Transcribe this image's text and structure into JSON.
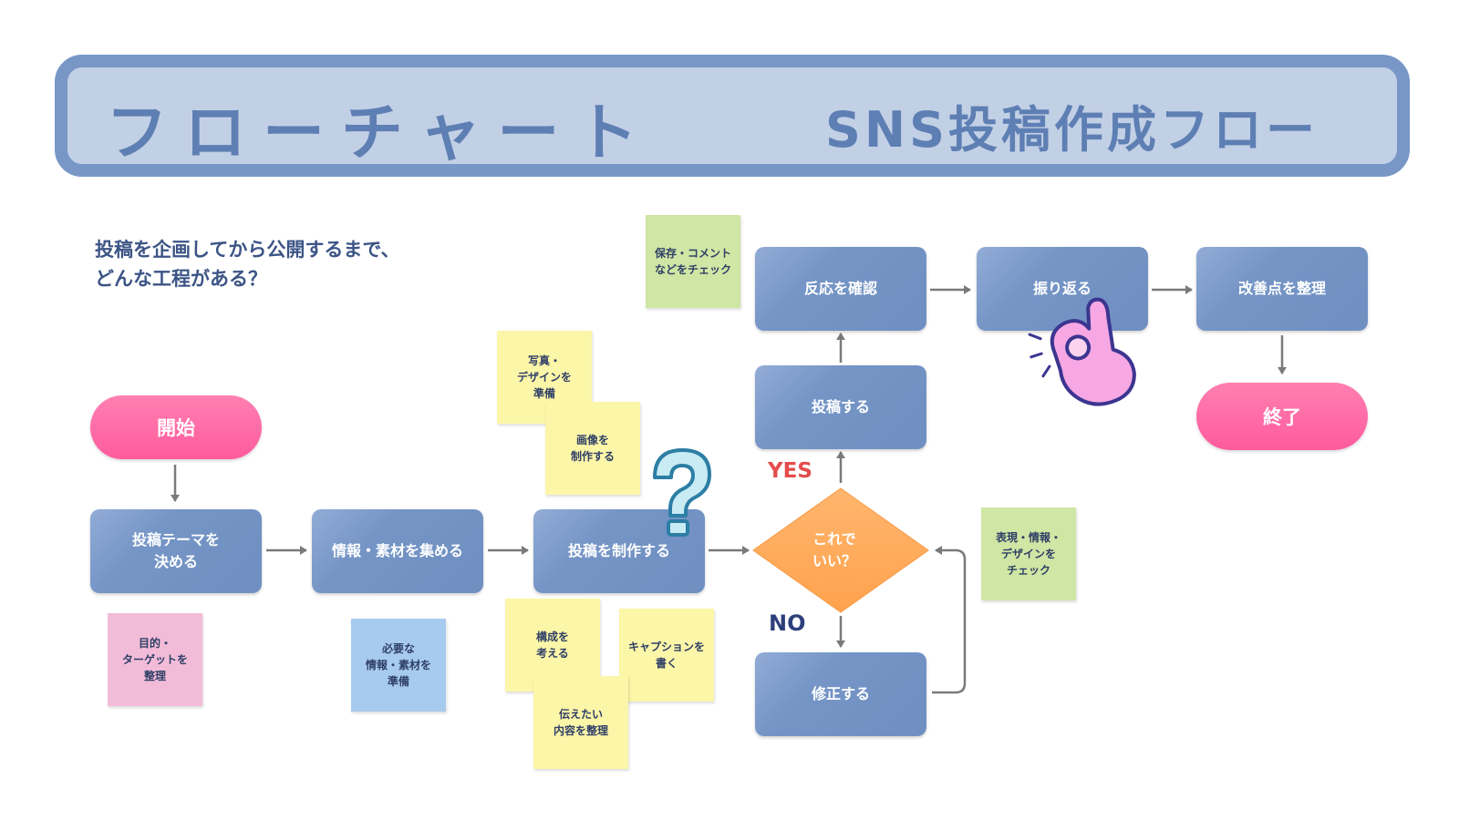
{
  "header": {
    "title_left": "フローチャート",
    "title_right": "SNS投稿作成フロー"
  },
  "intro": {
    "line1": "投稿を企画してから公開するまで、",
    "line2": "どんな工程がある？"
  },
  "nodes": {
    "start": "開始",
    "decide_theme": "投稿テーマを\n決める",
    "gather_info": "情報・素材を集める",
    "create_post": "投稿を制作する",
    "decision": "これで\nいい？",
    "publish": "投稿する",
    "check_reaction": "反応を確認",
    "reflect": "振り返る",
    "organize_improvements": "改善点を整理",
    "fix": "修正する",
    "end": "終了"
  },
  "branch_labels": {
    "yes": "YES",
    "no": "NO"
  },
  "notes": {
    "check_saves": "保存・コメント\nなどをチェック",
    "prepare_photos": "写真・\nデザインを\n準備",
    "make_images": "画像を\n制作する",
    "purpose_target": "目的・\nターゲットを\n整理",
    "needed_materials": "必要な\n情報・素材を\n準備",
    "think_structure": "構成を\n考える",
    "write_caption": "キャプションを\n書く",
    "organize_message": "伝えたい\n内容を整理",
    "check_expression": "表現・情報・\nデザインを\nチェック"
  },
  "colors": {
    "header_border": "#7897c6",
    "header_fill": "#c2d0e6",
    "process_box": "#7595c6",
    "terminal": "#ff5b9c",
    "decision": "#ffad5c",
    "arrow": "#7a7a7a",
    "yes_text": "#e44d4d",
    "no_text": "#2d3f7b"
  },
  "icons": [
    "question-mark-icon",
    "ok-hand-icon"
  ]
}
